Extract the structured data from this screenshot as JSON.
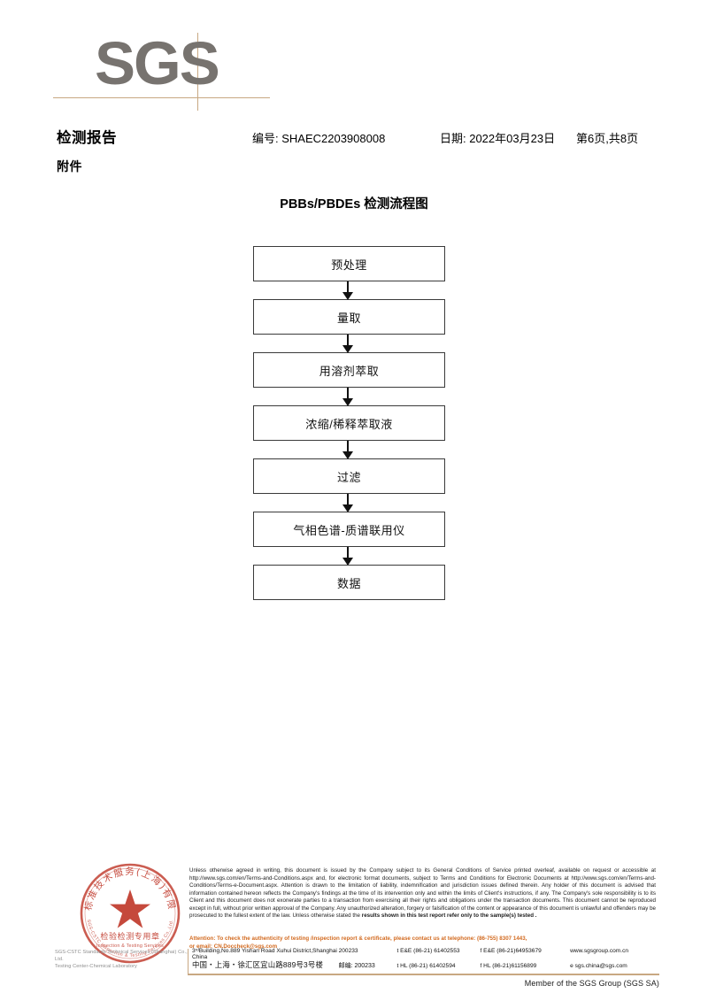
{
  "logo": {
    "wordmark": "SGS"
  },
  "header": {
    "report_title": "检测报告",
    "attachment_label": "附件",
    "report_no": "编号: SHAEC2203908008",
    "date": "日期: 2022年03月23日",
    "page": "第6页,共8页"
  },
  "flowchart": {
    "title": "PBBs/PBDEs 检测流程图",
    "nodes": [
      {
        "label": "预处理"
      },
      {
        "label": "量取"
      },
      {
        "label": "用溶剂萃取"
      },
      {
        "label": "浓缩/稀释萃取液"
      },
      {
        "label": "过滤"
      },
      {
        "label": "气相色谱-质谱联用仪"
      },
      {
        "label": "数据"
      }
    ]
  },
  "seal": {
    "outer_text_cn": "标准技术服务(上海)有限公司",
    "outer_text_en": "SGS-CSTC Inspection & Testing Services",
    "center_text_cn": "检验检测专用章",
    "center_text_en": "Inspection & Testing Services",
    "color": "#c0392b",
    "company_line1": "SGS-CSTC Standards Technical Services (Shanghai) Co., Ltd.",
    "company_line2": "Testing Center-Chemical Laboratory"
  },
  "footer": {
    "legal_text": "Unless otherwise agreed in writing, this document is issued by the Company subject to its General Conditions of Service printed overleaf, available on request or accessible at http://www.sgs.com/en/Terms-and-Conditions.aspx and, for electronic format documents, subject to Terms and Conditions for Electronic Documents at http://www.sgs.com/en/Terms-and-Conditions/Terms-e-Document.aspx. Attention is drawn to the limitation of liability, indemnification and jurisdiction issues defined therein. Any holder of this document is advised that information contained hereon reflects the Company's findings at the time of its intervention only and within the limits of Client's instructions, if any. The Company's sole responsibility is to its Client and this document does not exonerate parties to a transaction from exercising all their rights and obligations under the transaction documents. This document cannot be reproduced except in full, without prior written approval of the Company. Any unauthorized alteration, forgery or falsification of the content or appearance of this document is unlawful and offenders may be prosecuted to the fullest extent of the law. Unless otherwise stated the ",
    "legal_text_bold_tail": "results shown in this test report refer only to the sample(s) tested .",
    "attention_line1": "Attention: To check the authenticity of testing /inspection report & certificate, please contact us at telephone: (86-755) 8307 1443,",
    "attention_line2": "or email: CN.Doccheck@sgs.com",
    "attention_color": "#d2691e",
    "address_en": "3ʳᵈBuilding,No.889 Yishan Road Xuhui District,Shanghai China",
    "address_cn": "中国・上海・徐汇区宜山路889号3号楼",
    "postcode_en": "200233",
    "postcode_cn": "邮编: 200233",
    "tel_ee_1": "t E&E (86-21) 61402553",
    "tel_ee_2": "f E&E (86-21)64953679",
    "tel_hl_1": "t HL (86-21) 61402594",
    "tel_hl_2": "f HL (86-21)61156899",
    "website": "www.sgsgroup.com.cn",
    "email": "e  sgs.china@sgs.com",
    "member_line": "Member of the SGS Group (SGS SA)"
  }
}
